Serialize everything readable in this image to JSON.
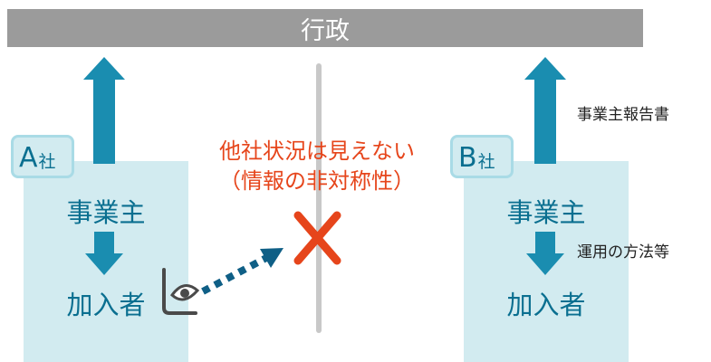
{
  "banner": {
    "title": "行政"
  },
  "company_a": {
    "tag_letter": "A",
    "tag_suffix": "社",
    "role_top": "事業主",
    "role_bottom": "加入者"
  },
  "company_b": {
    "tag_letter": "B",
    "tag_suffix": "社",
    "role_top": "事業主",
    "role_bottom": "加入者"
  },
  "labels": {
    "report": "事業主報告書",
    "operation": "運用の方法等"
  },
  "caption": {
    "line1": "他社状況は見えない",
    "line2": "（情報の非対称性）"
  },
  "icons": [
    "up-arrow-icon",
    "down-arrow-icon",
    "eye-icon",
    "cross-icon",
    "dotted-arrow-icon"
  ],
  "colors": {
    "banner": "#9b9b9b",
    "box": "#d2ebf0",
    "arrow": "#1a8db0",
    "text": "#0a6f90",
    "alert": "#e6451b",
    "dotted": "#0f5f86"
  }
}
